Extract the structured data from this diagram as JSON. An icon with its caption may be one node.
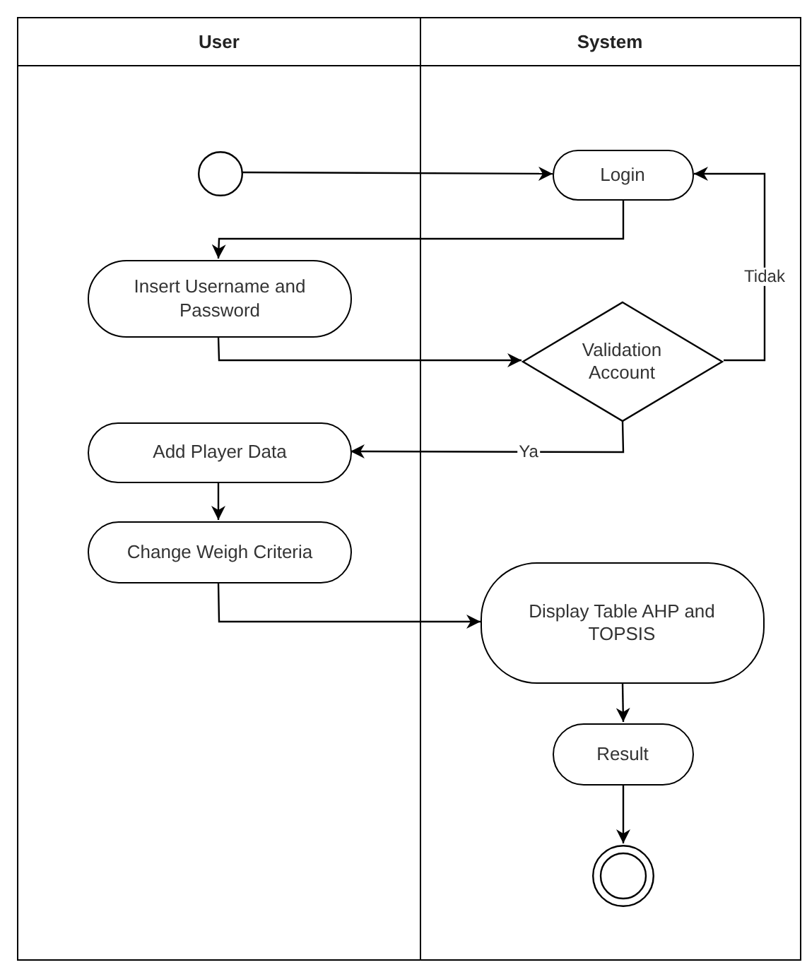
{
  "diagram": {
    "nodes": [
      {
        "text": [
          "User"
        ]
      },
      {
        "text": [
          "System"
        ]
      },
      {
        "text": [],
        "shape": "circle",
        "in": 0
      },
      {
        "text": [
          "Login"
        ],
        "in": 1
      },
      {
        "text": [
          "Insert Username and Password"
        ],
        "in": 0
      },
      {
        "text": [
          "Validation Account"
        ],
        "in": 1
      },
      {
        "text": [
          "Add Player Data"
        ],
        "in": 0
      },
      {
        "text": [
          "Change Weigh Criteria"
        ],
        "in": 0
      },
      {
        "text": [
          "Display Table AHP and TOPSIS"
        ],
        "in": 1
      },
      {
        "text": [
          "Result"
        ],
        "in": 1
      },
      {
        "text": [],
        "shape": "circle",
        "in": 1
      }
    ],
    "edges": [
      {
        "from": 2,
        "to": 3,
        "arrow": "to"
      },
      {
        "from": 3,
        "to": 4,
        "arrow": "to"
      },
      {
        "from": 4,
        "to": 5,
        "arrow": "to"
      },
      {
        "from": 5,
        "to": 3,
        "arrow": "to",
        "label": "Tidak"
      },
      {
        "from": 5,
        "to": 6,
        "arrow": "to",
        "label": "Ya"
      },
      {
        "from": 6,
        "to": 7,
        "arrow": "to"
      },
      {
        "from": 7,
        "to": 8,
        "arrow": "to"
      },
      {
        "from": 8,
        "to": 9,
        "arrow": "to"
      },
      {
        "from": 9,
        "to": 10,
        "arrow": "to"
      }
    ]
  }
}
